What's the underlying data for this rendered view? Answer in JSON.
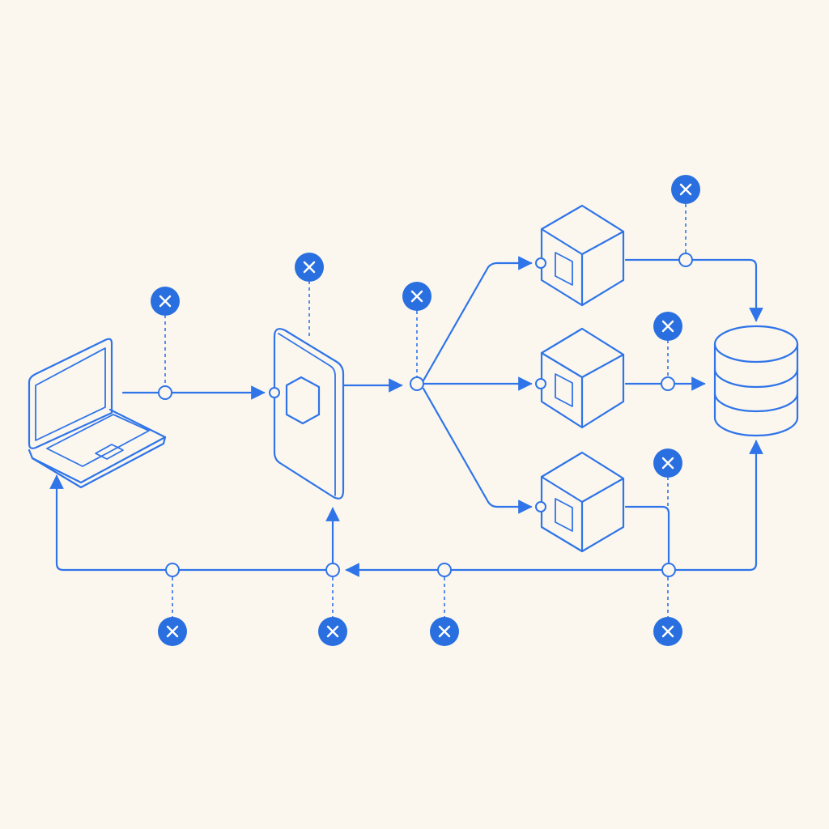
{
  "colors": {
    "background": "#fbf7ef",
    "line": "#2f74e8",
    "badge": "#2a6fe0",
    "badge_glyph": "#ffffff"
  },
  "components": [
    {
      "id": "client",
      "icon": "laptop-icon"
    },
    {
      "id": "gateway",
      "icon": "gateway-panel-icon"
    },
    {
      "id": "service-top",
      "icon": "cube-icon"
    },
    {
      "id": "service-middle",
      "icon": "cube-icon"
    },
    {
      "id": "service-bottom",
      "icon": "cube-icon"
    },
    {
      "id": "database",
      "icon": "database-icon"
    }
  ],
  "badge_icon": "close-icon",
  "badge_count": 10
}
